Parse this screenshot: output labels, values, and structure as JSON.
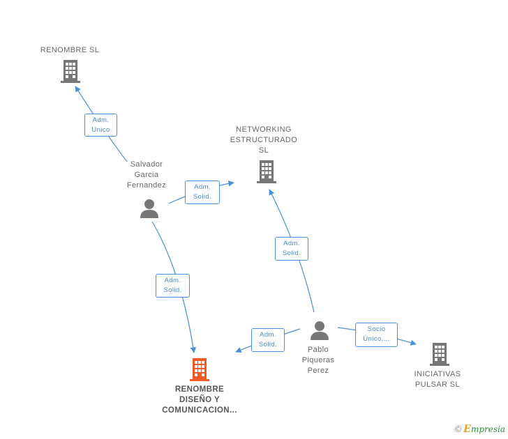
{
  "nodes": {
    "renombre_sl": {
      "label": "RENOMBRE SL"
    },
    "networking": {
      "label": "NETWORKING\nESTRUCTURADO\nSL"
    },
    "salvador": {
      "label": "Salvador\nGarcia\nFernandez"
    },
    "pablo": {
      "label": "Pablo\nPiqueras\nPerez"
    },
    "renombre_diseno": {
      "label": "RENOMBRE\nDISEÑO Y\nCOMUNICACION..."
    },
    "iniciativas": {
      "label": "INICIATIVAS\nPULSAR  SL"
    }
  },
  "edges": {
    "salvador_renombre": {
      "line1": "Adm.",
      "line2": "Unico"
    },
    "salvador_networking": {
      "line1": "Adm.",
      "line2": "Solid."
    },
    "salvador_diseno": {
      "line1": "Adm.",
      "line2": "Solid."
    },
    "pablo_networking": {
      "line1": "Adm.",
      "line2": "Solid."
    },
    "pablo_diseno": {
      "line1": "Adm.",
      "line2": "Solid."
    },
    "pablo_iniciativas": {
      "line1": "Socio",
      "line2": "Único,..."
    }
  },
  "footer": {
    "copyright": "©",
    "brand_first": "E",
    "brand_rest": "mpresia"
  },
  "colors": {
    "edge": "#4a90d9",
    "building": "#777777",
    "building_main": "#f05a28",
    "person": "#777777"
  }
}
